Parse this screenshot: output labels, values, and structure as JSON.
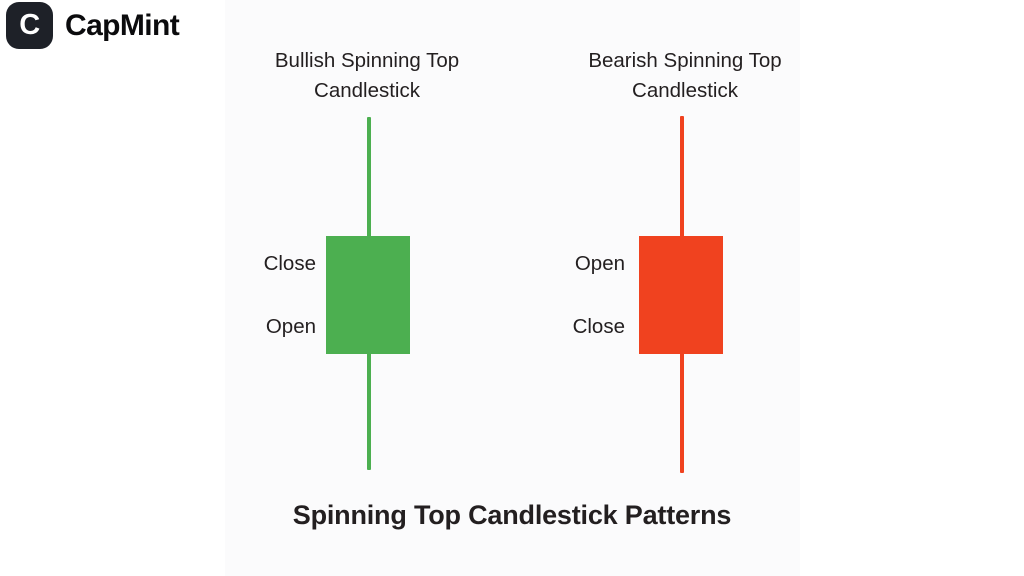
{
  "brand": {
    "mark_letter": "C",
    "mark_icon": "capmint-logo-icon",
    "name": "CapMint",
    "mark_bg_color": "#1e2128",
    "mark_letter_color": "#ffffff",
    "text_color": "#0b0b0d"
  },
  "caption": "Spinning Top Candlestick Patterns",
  "colors": {
    "bullish": "#4caf50",
    "bearish": "#f0421f",
    "text": "#231f20",
    "panel_bg": "#fbfbfc",
    "page_bg": "#ffffff"
  },
  "candles": [
    {
      "key": "bullish",
      "title_line1": "Bullish Spinning Top",
      "title_line2": "Candlestick",
      "top_label": "Close",
      "bottom_label": "Open",
      "color": "#4caf50"
    },
    {
      "key": "bearish",
      "title_line1": "Bearish Spinning Top",
      "title_line2": "Candlestick",
      "top_label": "Open",
      "bottom_label": "Close",
      "color": "#f0421f"
    }
  ],
  "chart_data": {
    "type": "candlestick",
    "title": "Spinning Top Candlestick Patterns",
    "xlabel": "",
    "ylabel": "",
    "grid": false,
    "legend": "none",
    "annotations": [
      "Bullish Spinning Top Candlestick",
      "Bearish Spinning Top Candlestick"
    ],
    "series": [
      {
        "name": "Bullish Spinning Top",
        "color": "#4caf50",
        "direction": "bullish",
        "labels": {
          "body_top": "Close",
          "body_bottom": "Open"
        },
        "ohlc_relative": {
          "high": 1.0,
          "open": 0.34,
          "close": 0.67,
          "low": 0.0
        },
        "body_is_small_relative_to_wicks": true
      },
      {
        "name": "Bearish Spinning Top",
        "color": "#f0421f",
        "direction": "bearish",
        "labels": {
          "body_top": "Open",
          "body_bottom": "Close"
        },
        "ohlc_relative": {
          "high": 1.0,
          "open": 0.67,
          "close": 0.34,
          "low": 0.0
        },
        "body_is_small_relative_to_wicks": true
      }
    ]
  }
}
